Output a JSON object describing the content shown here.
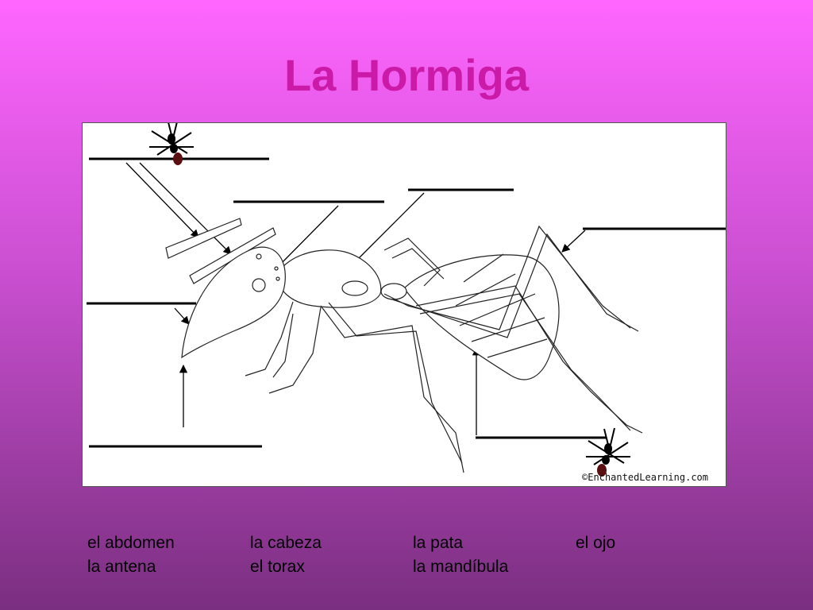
{
  "title": "La Hormiga",
  "diagram": {
    "copyright": "©EnchantedLearning.com"
  },
  "word_bank": [
    [
      "el abdomen",
      "la cabeza",
      "la pata",
      "el ojo"
    ],
    [
      "la antena",
      "el torax",
      "la mandíbula",
      ""
    ]
  ],
  "icons": [
    "ant-icon",
    "ant-icon"
  ]
}
